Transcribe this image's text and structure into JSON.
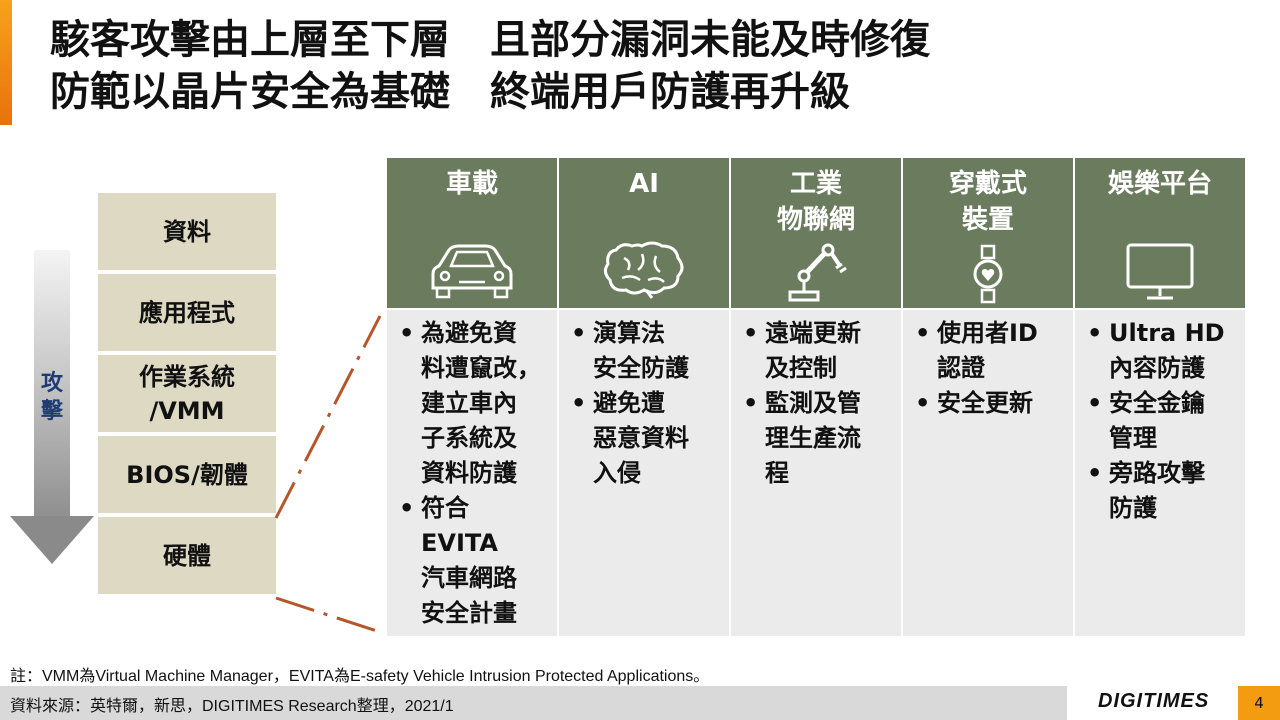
{
  "title": {
    "line1": "駭客攻擊由上層至下層　且部分漏洞未能及時修復",
    "line2": "防範以晶片安全為基礎　終端用戶防護再升級"
  },
  "arrow_label": "攻\n擊",
  "layers": [
    "資料",
    "應用程式",
    "作業系統\n/VMM",
    "BIOS/韌體",
    "硬體"
  ],
  "columns": [
    {
      "header": "車載",
      "icon": "car-icon",
      "bullets": [
        "為避免資\n料遭竄改，\n建立車內\n子系統及\n資料防護",
        "符合\nEVITA\n汽車網路\n安全計畫"
      ]
    },
    {
      "header": "AI",
      "icon": "brain-icon",
      "bullets": [
        "演算法\n安全防護",
        "避免遭\n惡意資料\n入侵"
      ]
    },
    {
      "header": "工業\n物聯網",
      "icon": "robot-arm-icon",
      "bullets": [
        "遠端更新\n及控制",
        "監測及管\n理生產流\n程"
      ]
    },
    {
      "header": "穿戴式\n裝置",
      "icon": "smartwatch-icon",
      "bullets": [
        "使用者ID\n認證",
        "安全更新"
      ]
    },
    {
      "header": "娛樂平台",
      "icon": "monitor-icon",
      "bullets": [
        "Ultra HD\n內容防護",
        "安全金鑰\n管理",
        "旁路攻擊\n防護"
      ]
    }
  ],
  "note": "註：VMM為Virtual Machine Manager，EVITA為E-safety Vehicle Intrusion Protected Applications。",
  "source": "資料來源：英特爾，新思，DIGITIMES Research整理，2021/1",
  "brand": "DIGITIMES",
  "page_number": "4",
  "colors": {
    "header_bg": "#6b7b5d",
    "layer_bg": "#ddd9c3",
    "accent": "#f39c12",
    "connector": "#b5562a"
  }
}
